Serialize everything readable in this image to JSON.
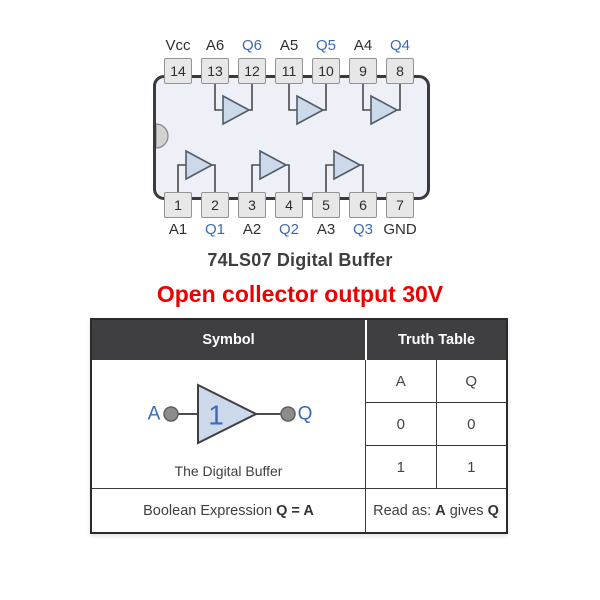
{
  "ic": {
    "title": "74LS07 Digital Buffer",
    "top_labels": [
      "Vcc",
      "A6",
      "Q6",
      "A5",
      "Q5",
      "A4",
      "Q4"
    ],
    "top_pins": [
      "14",
      "13",
      "12",
      "11",
      "10",
      "9",
      "8"
    ],
    "bottom_pins": [
      "1",
      "2",
      "3",
      "4",
      "5",
      "6",
      "7"
    ],
    "bottom_labels": [
      "A1",
      "Q1",
      "A2",
      "Q2",
      "A3",
      "Q3",
      "GND"
    ]
  },
  "heading": {
    "text": "Open collector output 30V"
  },
  "table": {
    "symbol_header": "Symbol",
    "truth_header": "Truth Table",
    "symbol": {
      "input_label": "A",
      "gate_label": "1",
      "output_label": "Q",
      "caption": "The Digital Buffer"
    },
    "boolean": {
      "label": "Boolean Expression ",
      "expression": "Q = A"
    },
    "truth": {
      "columns": [
        "A",
        "Q"
      ],
      "rows": [
        [
          "0",
          "0"
        ],
        [
          "1",
          "1"
        ]
      ],
      "read_as": {
        "prefix": "Read as: ",
        "input": "A",
        "middle": " gives ",
        "output": "Q"
      }
    }
  },
  "colors": {
    "accent_blue": "#3b6ab5",
    "heading_red": "#ee0000",
    "header_dark": "#3f3f41",
    "gate_fill": "#ccd9ea",
    "ic_fill": "#edf1f7"
  }
}
